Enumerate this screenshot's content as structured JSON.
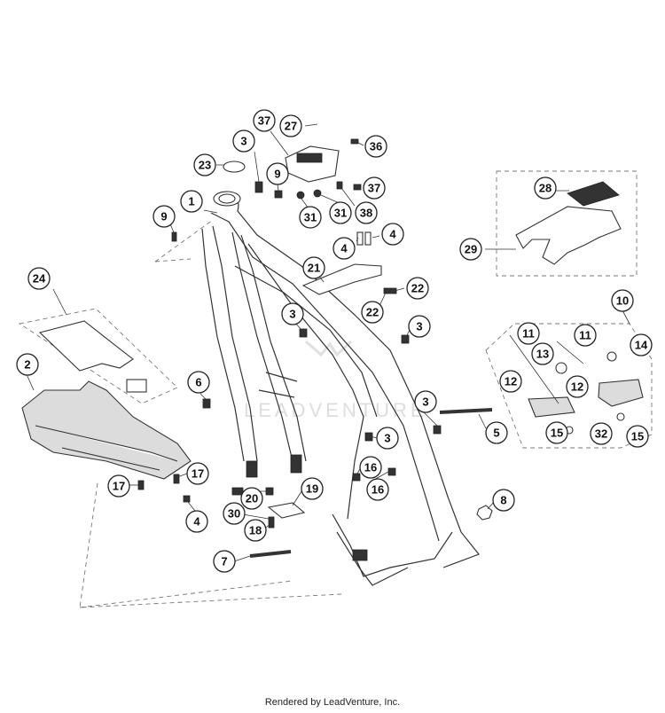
{
  "footer": {
    "text": "Rendered by LeadVenture, Inc."
  },
  "watermark": {
    "text": "LEADVENTURE"
  },
  "callouts": [
    "37",
    "27",
    "3",
    "36",
    "23",
    "9",
    "37",
    "1",
    "31",
    "31",
    "38",
    "9",
    "4",
    "4",
    "28",
    "29",
    "24",
    "21",
    "22",
    "22",
    "3",
    "10",
    "3",
    "11",
    "11",
    "14",
    "13",
    "2",
    "12",
    "12",
    "6",
    "3",
    "5",
    "3",
    "15",
    "32",
    "15",
    "17",
    "17",
    "16",
    "16",
    "19",
    "20",
    "4",
    "30",
    "8",
    "18",
    "7"
  ]
}
